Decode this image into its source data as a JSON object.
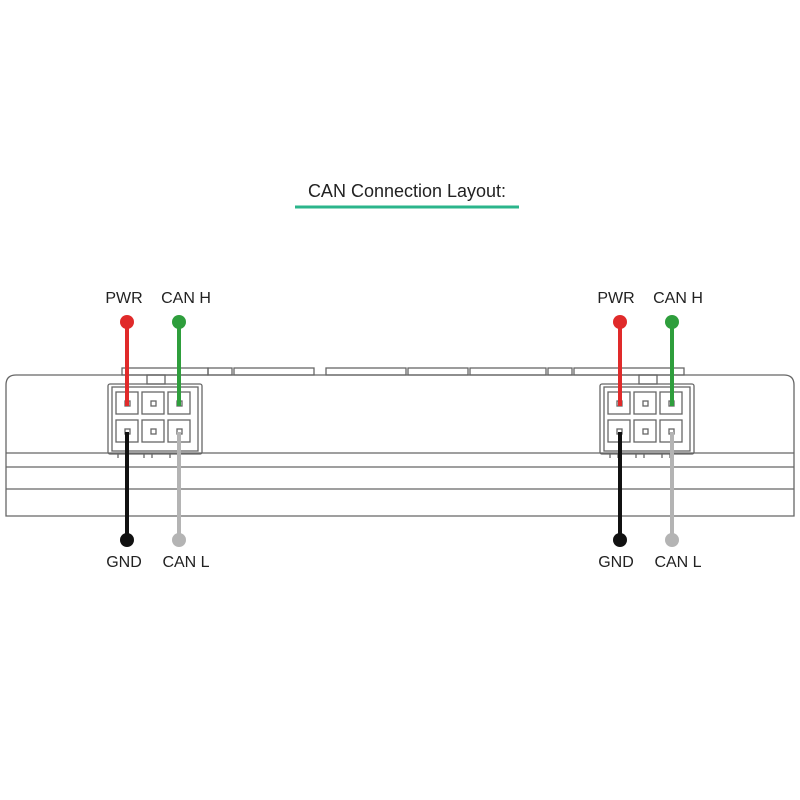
{
  "title": "CAN Connection Layout:",
  "colors": {
    "title_underline": "#2bb58b",
    "pwr": "#e02a2a",
    "can_h": "#2e9e3c",
    "gnd": "#111111",
    "can_l": "#b4b4b4",
    "outline": "#666666"
  },
  "connectors": [
    {
      "labels": {
        "pwr": "PWR",
        "can_h": "CAN H",
        "gnd": "GND",
        "can_l": "CAN L"
      }
    },
    {
      "labels": {
        "pwr": "PWR",
        "can_h": "CAN H",
        "gnd": "GND",
        "can_l": "CAN L"
      }
    }
  ]
}
